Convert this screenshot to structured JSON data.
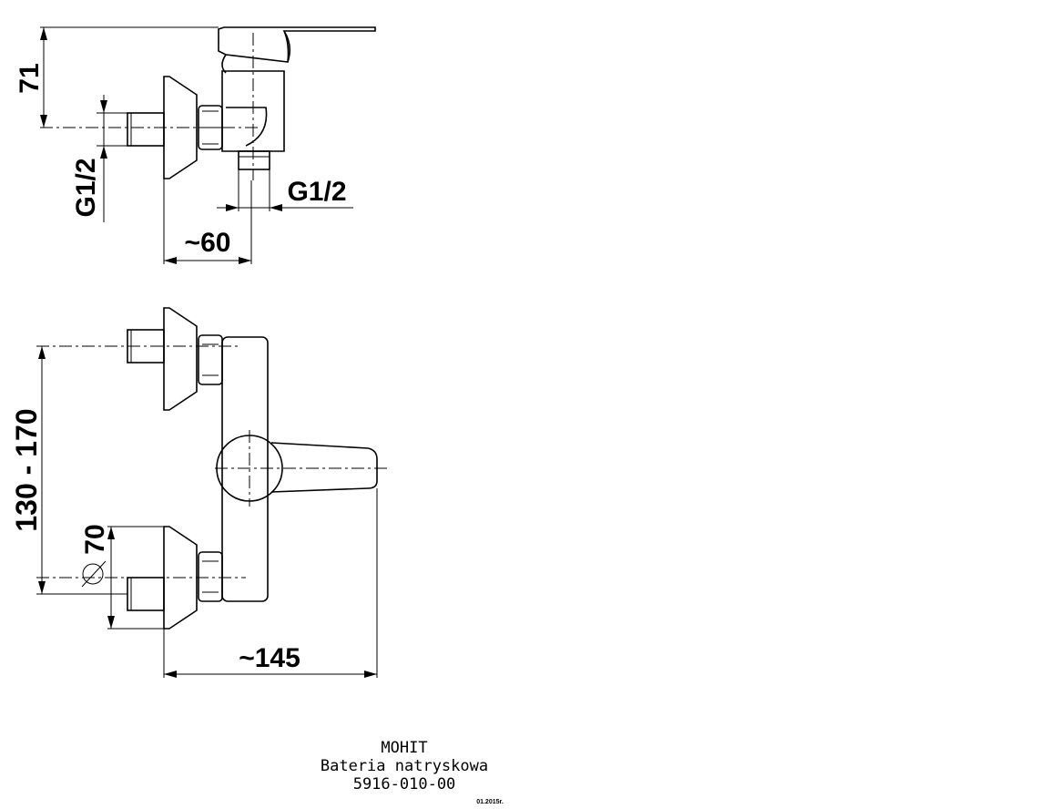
{
  "drawing": {
    "dimensions": {
      "height_71": "71",
      "thread_left": "G1/2",
      "thread_right": "G1/2",
      "depth_60": "~60",
      "spacing": "130 - 170",
      "diameter": "70",
      "length_145": "~145"
    },
    "title_block": {
      "brand": "MOHIT",
      "product": "Bateria natryskowa",
      "code": "5916-010-00",
      "date": "01.2015r."
    }
  }
}
